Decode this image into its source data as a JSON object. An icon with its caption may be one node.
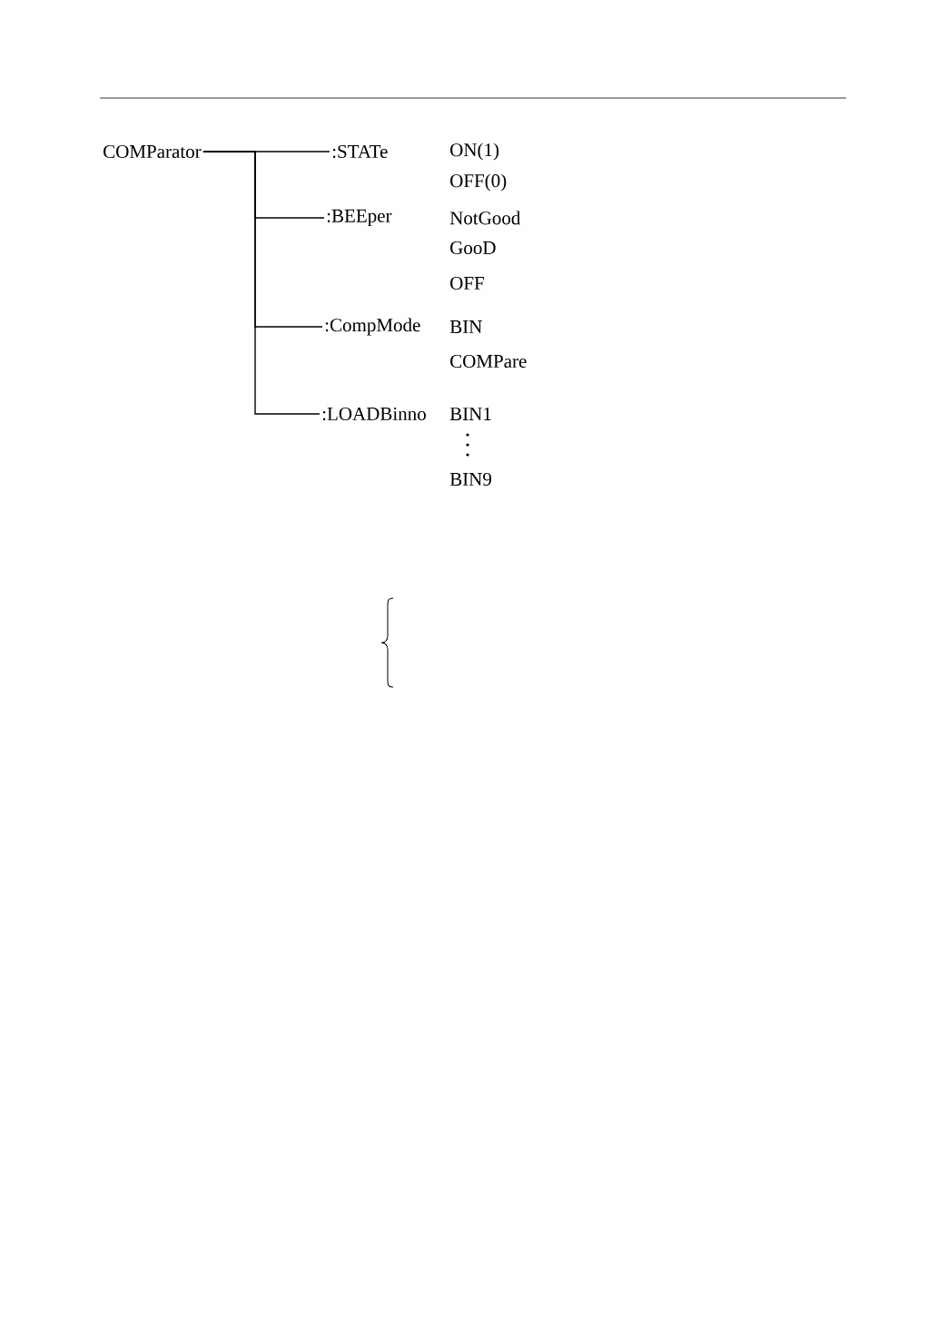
{
  "diagram": {
    "nodes": [
      {
        "text": [
          "COMParator"
        ]
      },
      {
        "text": [
          ":STATe"
        ],
        "beside": [
          "ON(1)",
          "OFF(0)"
        ]
      },
      {
        "text": [
          ":BEEper"
        ],
        "beside": [
          "NotGood",
          "GooD",
          "OFF"
        ]
      },
      {
        "text": [
          ":CompMode"
        ],
        "beside": [
          "BIN",
          "COMPare"
        ]
      },
      {
        "text": [
          ":LOADBinno"
        ],
        "beside": [
          "BIN1",
          "BIN9"
        ]
      }
    ],
    "edges": [
      {
        "from": 0,
        "to": 1,
        "arrow": "none"
      },
      {
        "from": 0,
        "to": 2,
        "arrow": "none"
      },
      {
        "from": 0,
        "to": 3,
        "arrow": "none"
      },
      {
        "from": 0,
        "to": 4,
        "arrow": "none"
      }
    ]
  }
}
